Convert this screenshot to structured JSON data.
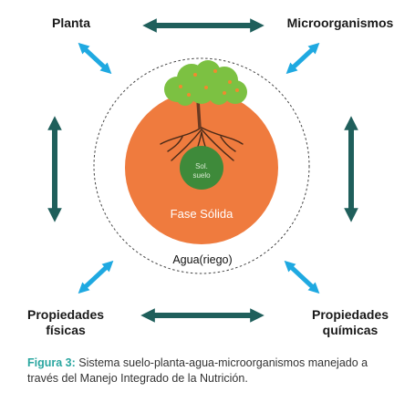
{
  "labels": {
    "planta": "Planta",
    "microorganismos": "Microorganismos",
    "prop_fisicas_1": "Propiedades",
    "prop_fisicas_2": "físicas",
    "prop_quimicas_1": "Propiedades",
    "prop_quimicas_2": "químicas",
    "fase_solida": "Fase Sólida",
    "agua": "Agua(riego)",
    "sol_1": "Sol.",
    "sol_2": "suelo"
  },
  "caption": {
    "fig_label": "Figura 3:",
    "text": " Sistema suelo-planta-agua-microorganismos manejado a través del Manejo Integrado de la Nutrición."
  },
  "colors": {
    "dark_arrow": "#1f5f5b",
    "light_arrow": "#1fa9e1",
    "soil": "#ef7b3e",
    "foliage": "#7cc142",
    "root_ball": "#3e8a3a",
    "trunk": "#6b3a22",
    "caption_accent": "#2aa6a0"
  },
  "icons": [
    "double-arrow-dark",
    "double-arrow-diagonal-light",
    "tree-icon"
  ]
}
